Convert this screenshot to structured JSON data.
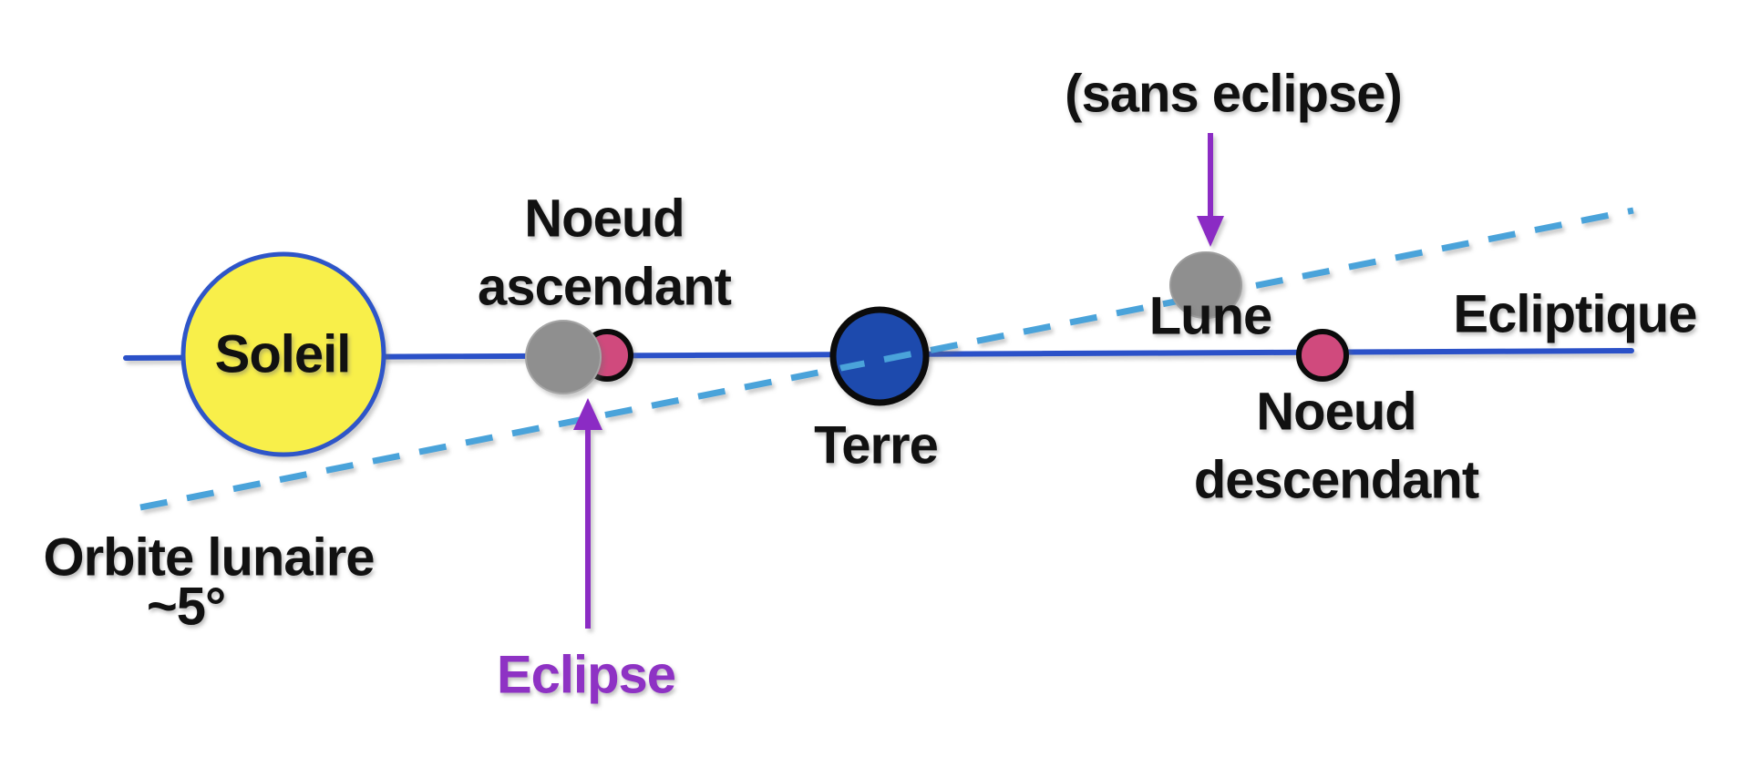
{
  "diagram": {
    "title_context": "Eclipse geometry diagram (French)",
    "labels": {
      "sun": "Soleil",
      "ascending_node": "Noeud\nascendant",
      "earth": "Terre",
      "moon": "Lune",
      "moon_without_eclipse": "(sans eclipse)",
      "ecliptic": "Ecliptique",
      "descending_node": "Noeud\ndescendant",
      "lunar_orbit": "Orbite lunaire",
      "lunar_orbit_angle": "~5°",
      "eclipse": "Eclipse"
    },
    "colors": {
      "background": "#ffffff",
      "label_text": "#111111",
      "eclipse_text": "#8e32c4",
      "arrow_purple": "#8b2bc4",
      "ecliptic_line_blue": "#2b51c8",
      "lunar_orbit_dash_blue": "#4aa3da",
      "sun_fill": "#f8ef4a",
      "sun_stroke": "#2e55c8",
      "earth_fill": "#1d4aad",
      "earth_stroke": "#0b0b0b",
      "node_pink_fill": "#d04a7d",
      "node_pink_stroke": "#0b0b0b",
      "moon_gray_fill": "#8f8f8f"
    }
  }
}
